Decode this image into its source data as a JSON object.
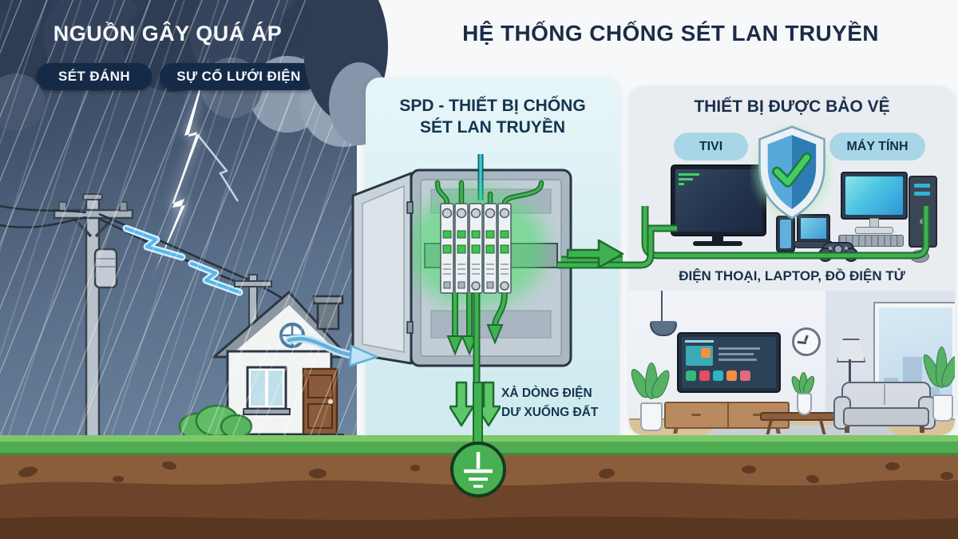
{
  "header": {
    "title": "HỆ THỐNG CHỐNG SÉT LAN TRUYỀN"
  },
  "storm": {
    "title": "NGUỒN GÂY QUÁ ÁP",
    "badge_lightning": "SÉT ĐÁNH",
    "badge_grid_fault": "SỰ CỐ LƯỚI ĐIỆN"
  },
  "spd_panel": {
    "title_line1": "SPD - THIẾT BỊ CHỐNG",
    "title_line2": "SÉT LAN TRUYỀN",
    "discharge_line1": "XẢ DÒNG ĐIỆN",
    "discharge_line2": "DƯ XUỐNG ĐẤT"
  },
  "protected_panel": {
    "title": "THIẾT BỊ ĐƯỢC BẢO VỆ",
    "badge_tv": "TIVI",
    "badge_computer": "MÁY TÍNH",
    "caption": "ĐIỆN THOẠI, LAPTOP, ĐỒ ĐIỆN TỬ"
  },
  "colors": {
    "accent_green": "#3FB24F",
    "green_outline": "#1E6B2E",
    "navy_text": "#1C2C47",
    "badge_navy": "#152A47",
    "pill_blue": "#A8D6E6",
    "spd_panel_bg": "#DCEFF3",
    "protected_panel_bg": "#E9EDF1",
    "storm_sky": "#4E617B",
    "grass_green": "#4FAC52",
    "soil_brown": "#8A5D3B",
    "surge_blue": "#63AFD8"
  }
}
